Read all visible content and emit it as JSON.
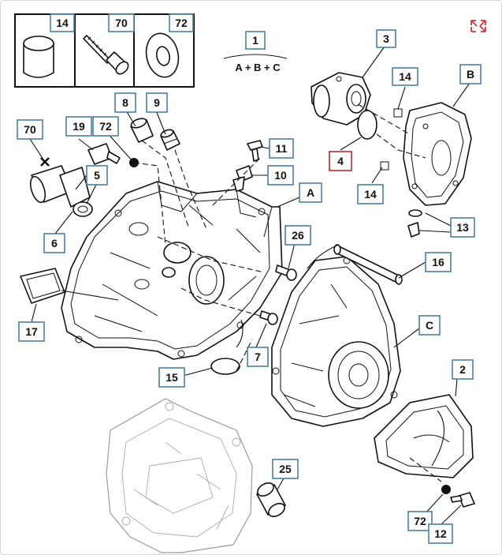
{
  "formula": {
    "number": "1",
    "expression": "A + B + C"
  },
  "inset_labels": [
    "14",
    "70",
    "72"
  ],
  "labels": {
    "l3": "3",
    "l14a": "14",
    "lB": "B",
    "l4": "4",
    "l14b": "14",
    "l8": "8",
    "l9": "9",
    "l70": "70",
    "l19": "19",
    "l72a": "72",
    "l11": "11",
    "l10": "10",
    "l5": "5",
    "lA": "A",
    "l6": "6",
    "l26": "26",
    "l13": "13",
    "l16": "16",
    "l17": "17",
    "lC": "C",
    "l7": "7",
    "l15": "15",
    "l2": "2",
    "l25": "25",
    "l72b": "72",
    "l12": "12"
  },
  "colors": {
    "label_border": "#4a7fa6",
    "highlight_border": "#c0282d",
    "expand_icon": "#d4343a",
    "line": "#111111"
  },
  "icons": {
    "expand": "expand-arrows-icon"
  }
}
